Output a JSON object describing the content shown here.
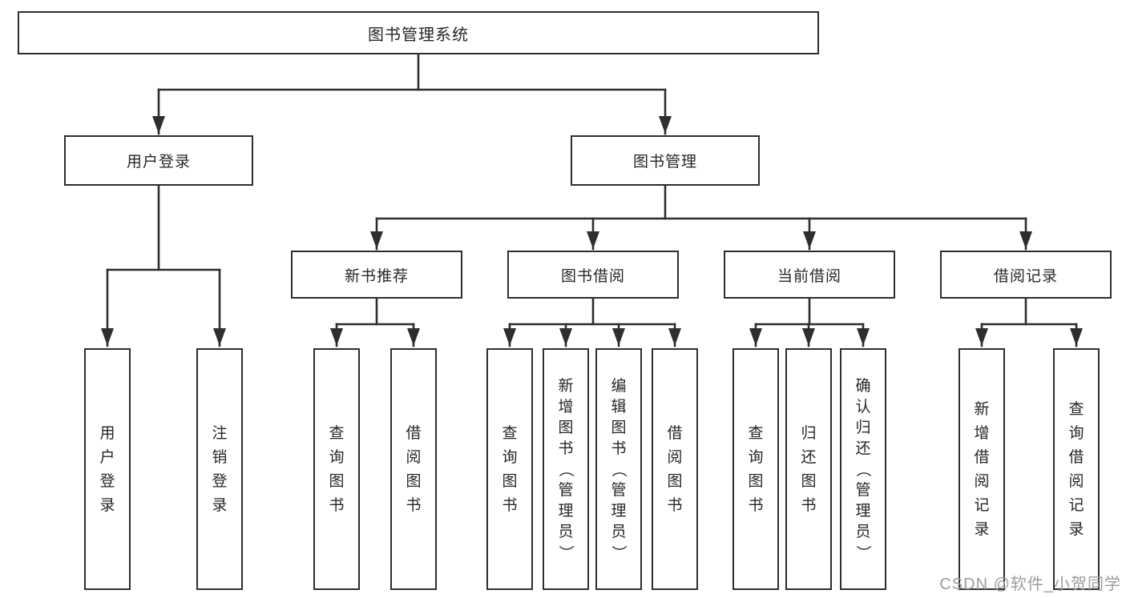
{
  "diagram": {
    "root": "图书管理系统",
    "branches": [
      {
        "label": "用户登录",
        "leaves": [
          "用户登录",
          "注销登录"
        ]
      },
      {
        "label": "图书管理",
        "groups": [
          {
            "label": "新书推荐",
            "leaves": [
              "查询图书",
              "借阅图书"
            ]
          },
          {
            "label": "图书借阅",
            "leaves": [
              "查询图书",
              "新增图书（管理员）",
              "编辑图书（管理员）",
              "借阅图书"
            ]
          },
          {
            "label": "当前借阅",
            "leaves": [
              "查询图书",
              "归还图书",
              "确认归还（管理员）"
            ]
          },
          {
            "label": "借阅记录",
            "leaves": [
              "新增借阅记录",
              "查询借阅记录"
            ]
          }
        ]
      }
    ]
  },
  "watermark": "CSDN @软件_小贺同学",
  "colors": {
    "line": "#2e2e2e",
    "text": "#262626",
    "watermark": "#9c9c9c",
    "background": "#ffffff"
  }
}
